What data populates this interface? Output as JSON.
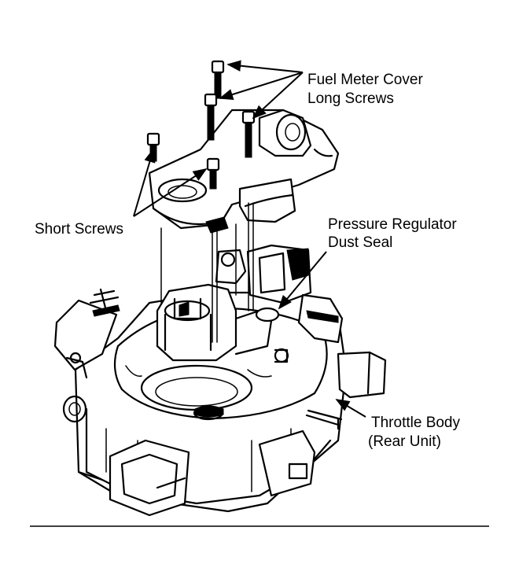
{
  "labels": {
    "fuel_meter_cover_line1": "Fuel Meter Cover",
    "fuel_meter_cover_line2": "Long Screws",
    "short_screws": "Short Screws",
    "pressure_regulator_line1": "Pressure Regulator",
    "pressure_regulator_line2": "Dust Seal",
    "throttle_body_line1": "Throttle Body",
    "throttle_body_line2": "(Rear Unit)"
  },
  "colors": {
    "ink": "#000000",
    "paper": "#ffffff"
  }
}
